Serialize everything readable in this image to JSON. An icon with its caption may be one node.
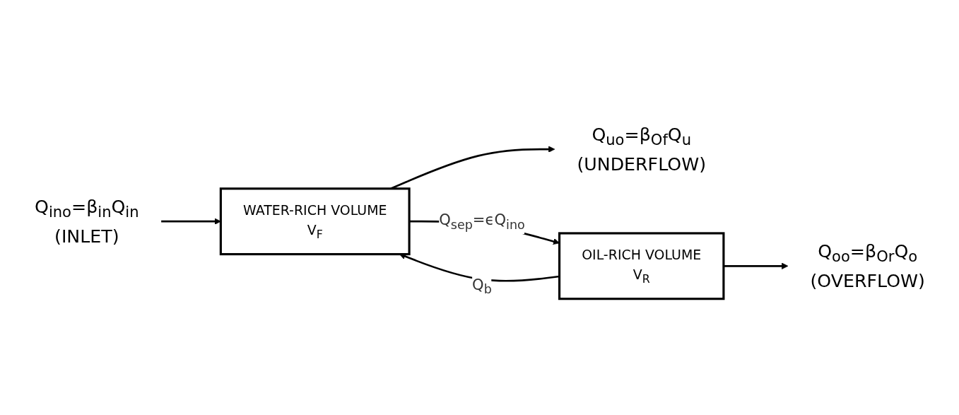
{
  "diagram": {
    "nodes": [
      {
        "text": [
          "Q$_{ino}$=β$_{in}$Q$_{in}$",
          "(INLET)"
        ]
      },
      {
        "text": [
          "WATER-RICH VOLUME",
          "V$_{F}$"
        ]
      },
      {
        "text": [
          "Q$_{uo}$=β$_{Of}$Q$_{u}$",
          "(UNDERFLOW)"
        ]
      },
      {
        "text": [
          "OIL-RICH VOLUME",
          "V$_{R}$"
        ]
      },
      {
        "text": [
          "Q$_{oo}$=β$_{Or}$Q$_{o}$",
          "(OVERFLOW)"
        ]
      }
    ],
    "edges": [
      {
        "from": 0,
        "to": 1,
        "arrow": "to"
      },
      {
        "from": 1,
        "to": 2,
        "arrow": "to"
      },
      {
        "from": 1,
        "to": 3,
        "arrow": "to",
        "label": "Q$_{sep}$=ϵQ$_{ino}$"
      },
      {
        "from": 3,
        "to": 1,
        "arrow": "to",
        "label": "Q$_{b}$"
      },
      {
        "from": 3,
        "to": 4,
        "arrow": "to"
      }
    ]
  }
}
